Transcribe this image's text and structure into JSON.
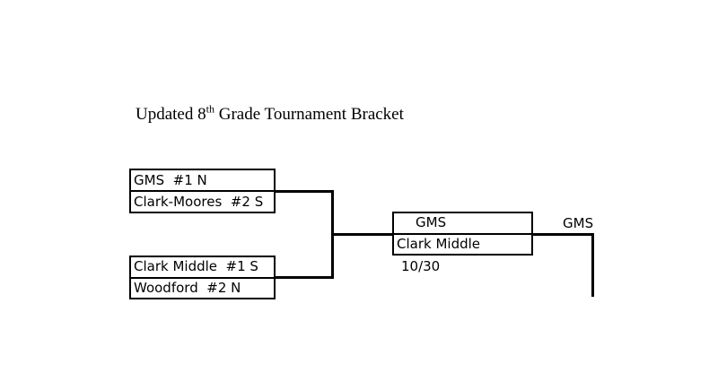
{
  "title": {
    "prefix": "Updated 8",
    "superscript": "th",
    "suffix": " Grade Tournament Bracket"
  },
  "bracket": {
    "semifinal1": {
      "top": "GMS  #1 N",
      "bottom": "Clark-Moores  #2 S"
    },
    "semifinal2": {
      "top": "Clark Middle  #1 S",
      "bottom": "Woodford  #2 N"
    },
    "final": {
      "top": "GMS",
      "bottom": "Clark Middle",
      "date": "10/30"
    },
    "champion": "GMS"
  },
  "colors": {
    "line": "#000000",
    "background": "#ffffff",
    "text": "#000000"
  }
}
